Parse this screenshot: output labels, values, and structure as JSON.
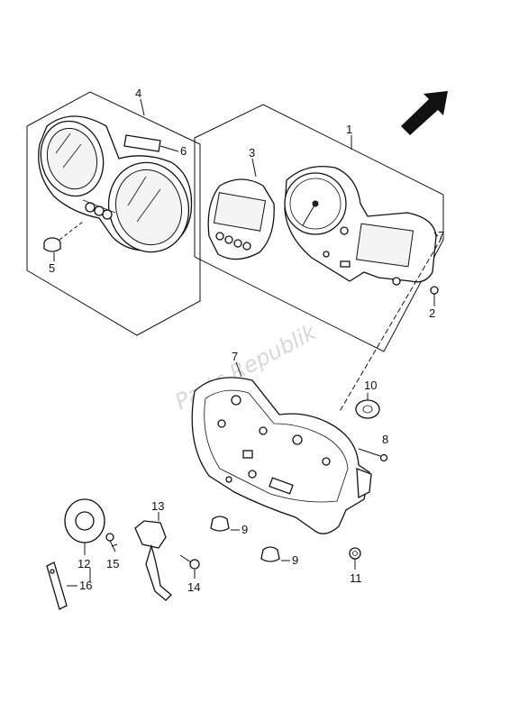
{
  "callouts": {
    "c1": "1",
    "c2": "2",
    "c3": "3",
    "c4": "4",
    "c5": "5",
    "c6": "6",
    "c7a": "7",
    "c7b": "7",
    "c8": "8",
    "c9a": "9",
    "c9b": "9",
    "c10": "10",
    "c11": "11",
    "c12": "12",
    "c13": "13",
    "c14": "14",
    "c15": "15",
    "c16": "16"
  },
  "watermark": "Parts Republik",
  "colors": {
    "line": "#111111",
    "background": "#ffffff",
    "watermark": "#d8d8d8"
  },
  "icons": {
    "direction_arrow": "front-direction-arrow-icon"
  }
}
